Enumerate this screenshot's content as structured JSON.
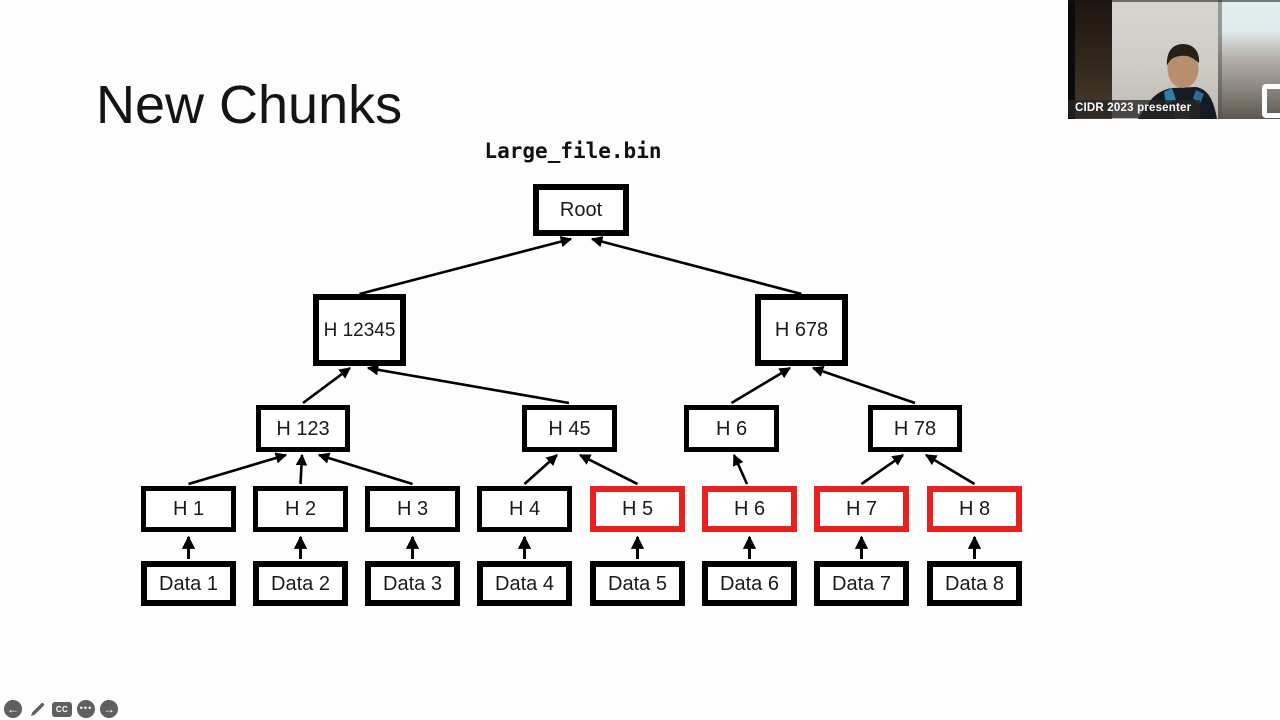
{
  "slide": {
    "title": "New Chunks",
    "file_label": "Large_file.bin"
  },
  "tree": {
    "root": "Root",
    "level1": [
      "H 12345",
      "H 678"
    ],
    "level2": [
      "H 123",
      "H 45",
      "H 6",
      "H 78"
    ],
    "leaves": [
      "H 1",
      "H 2",
      "H 3",
      "H 4",
      "H 5",
      "H 6",
      "H 7",
      "H 8"
    ],
    "data_nodes": [
      "Data 1",
      "Data 2",
      "Data 3",
      "Data 4",
      "Data 5",
      "Data 6",
      "Data 7",
      "Data 8"
    ],
    "highlighted_leaves": [
      "H 5",
      "H 6",
      "H 7",
      "H 8"
    ]
  },
  "colors": {
    "highlight_border": "#e8201e",
    "node_border": "#000000",
    "control_gray": "#5f5f5f"
  },
  "webcam": {
    "caption": "CIDR 2023 presenter"
  },
  "controls": {
    "captions_label": "CC",
    "more_label": "•••",
    "back_glyph": "←",
    "forward_glyph": "→"
  }
}
